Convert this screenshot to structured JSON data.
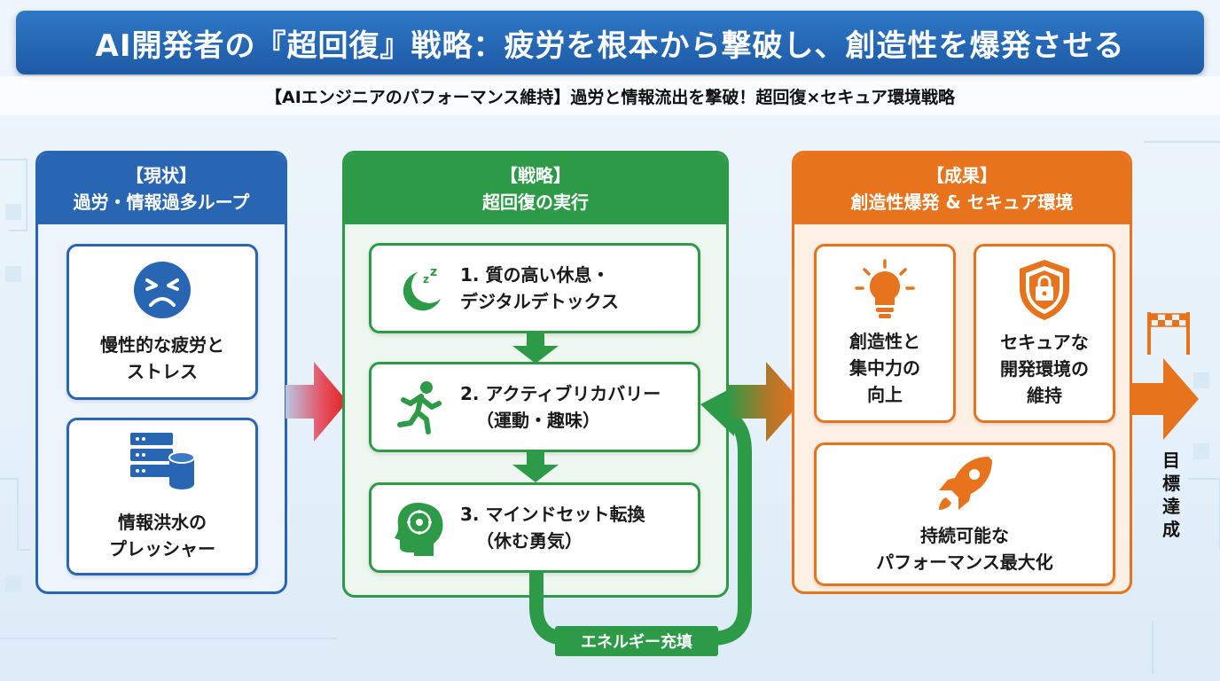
{
  "header": {
    "title": "AI開発者の『超回復』戦略：疲労を根本から撃破し、創造性を爆発させる",
    "subtitle": "【AIエンジニアのパフォーマンス維持】過労と情報流出を撃破！超回復×セキュア環境戦略"
  },
  "colors": {
    "title_blue": "#1d5aa6",
    "current_blue": "#2866b4",
    "strategy_green": "#2d9a47",
    "result_orange": "#e8731d",
    "arrow_red": "#e02020"
  },
  "current": {
    "tag": "【現状】",
    "heading": "過労・情報過多ループ",
    "cards": [
      {
        "icon": "stressed-face-icon",
        "line1": "慢性的な疲労と",
        "line2": "ストレス"
      },
      {
        "icon": "server-database-icon",
        "line1": "情報洪水の",
        "line2": "プレッシャー"
      }
    ]
  },
  "strategy": {
    "tag": "【戦略】",
    "heading": "超回復の実行",
    "steps": [
      {
        "icon": "moon-sleep-icon",
        "line1": "1. 質の高い休息・",
        "line2": "デジタルデトックス"
      },
      {
        "icon": "running-person-icon",
        "line1": "2. アクティブリカバリー",
        "line2": "（運動・趣味）"
      },
      {
        "icon": "brain-head-icon",
        "line1": "3. マインドセット転換",
        "line2": "（休む勇気）"
      }
    ],
    "loop_label": "エネルギー充填"
  },
  "result": {
    "tag": "【成果】",
    "heading": "創造性爆発 & セキュア環境",
    "cards": [
      {
        "icon": "lightbulb-icon",
        "lines": [
          "創造性と",
          "集中力の",
          "向上"
        ]
      },
      {
        "icon": "security-shield-icon",
        "lines": [
          "セキュアな",
          "開発環境の",
          "維持"
        ]
      },
      {
        "icon": "rocket-icon",
        "lines": [
          "持続可能な",
          "パフォーマンス最大化"
        ]
      }
    ]
  },
  "goal": {
    "icon": "goal-flag-icon",
    "chars": [
      "目",
      "標",
      "達",
      "成"
    ]
  }
}
